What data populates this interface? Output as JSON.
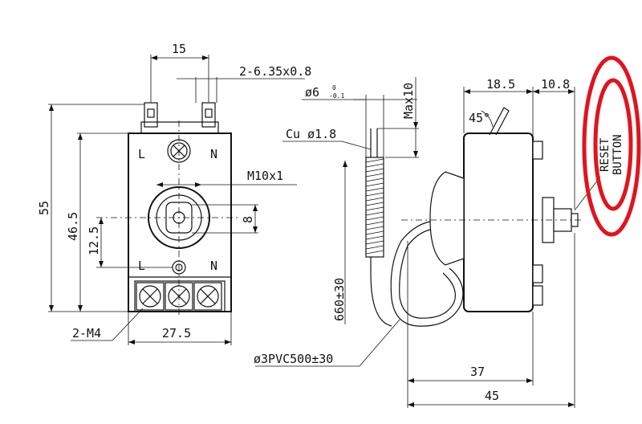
{
  "front_view": {
    "dim_top_width": "15",
    "dim_terminal": "2-6.35x0.8",
    "dim_height_total": "55",
    "dim_height_inner": "46.5",
    "dim_height_lower": "12.5",
    "dim_thread": "M10x1",
    "dim_shaft": "8",
    "dim_base_width": "27.5",
    "dim_screws": "2-M4",
    "label_L_top": "L",
    "label_N_top": "N",
    "label_L_bottom": "L",
    "label_N_bottom": "N"
  },
  "side_view": {
    "dim_diameter": "ø6",
    "dim_diameter_tol_top": "0",
    "dim_diameter_tol_bottom": "-0.1",
    "dim_max": "Max10",
    "dim_cu": "Cu ø1.8",
    "dim_angle": "45°",
    "dim_18_5": "18.5",
    "dim_10_8": "10.8",
    "dim_capillary": "660±30",
    "dim_pvc": "ø3PVC500±30",
    "dim_37": "37",
    "dim_45": "45"
  },
  "annotation": {
    "reset_line1": "RESET",
    "reset_line2": "BUTTON",
    "highlight_color": "#e0141e"
  }
}
